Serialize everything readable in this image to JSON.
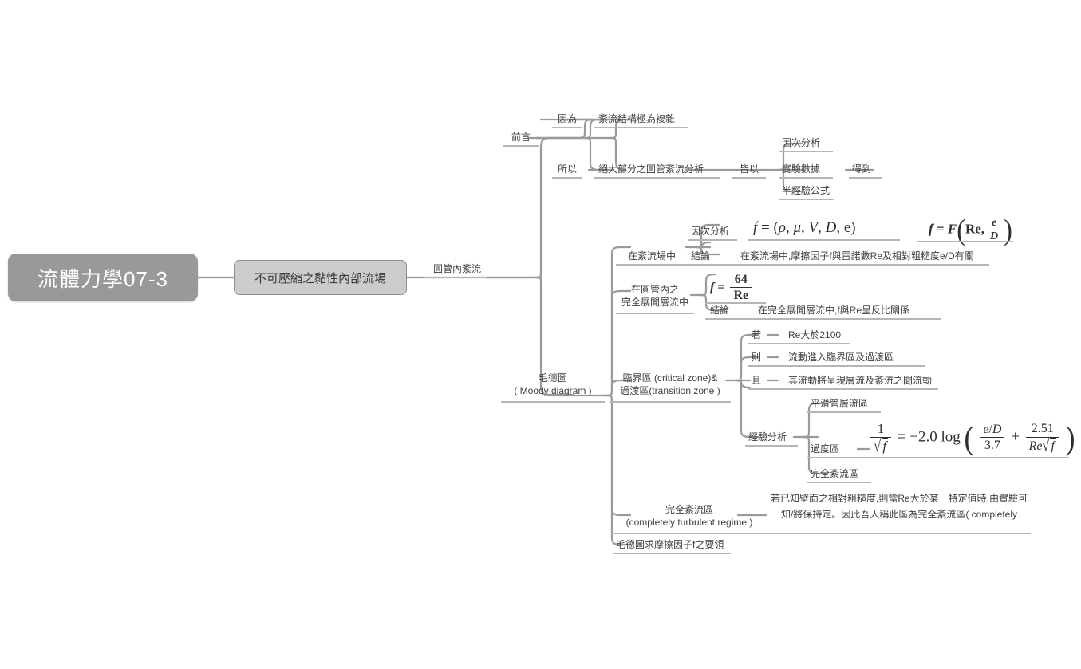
{
  "document": {
    "type": "mind-map",
    "title": "流體力學07-3"
  },
  "root": {
    "label": "流體力學07-3"
  },
  "level2": {
    "label": "不可壓縮之黏性內部流場"
  },
  "level3": {
    "label": "圓管內紊流"
  },
  "branches": {
    "preface": {
      "label": "前言",
      "children": [
        {
          "connector": "因為",
          "text": "紊流結構極為複雜"
        },
        {
          "connector": "所以",
          "text": "絕大部分之圓管紊流分析"
        }
      ],
      "sub": {
        "connector": "皆以",
        "items": [
          "因次分析",
          "實驗數據",
          "半經驗公式"
        ],
        "result": "得到"
      }
    },
    "moody": {
      "label_line1": "毛德圖",
      "label_line2": "( Moody diagram )",
      "groups": [
        {
          "label": "在紊流場中",
          "rows": [
            {
              "connector": "因次分析",
              "text": ""
            },
            {
              "connector": "結論",
              "text": "在紊流場中,摩擦因子f與雷諾數Re及相對粗糙度e/D有關"
            }
          ],
          "formula_1": "f = (ρ, μ, V, D, e)",
          "formula_2": "f = F(Re, e/D)"
        },
        {
          "label_line1": "在圓管內之",
          "label_line2": "完全展開層流中",
          "rows": [
            {
              "connector": "結論",
              "text": "在完全展開層流中,f與Re呈反比關係"
            }
          ],
          "formula_1": "f = 64/Re"
        },
        {
          "label_line1": "臨界區 (critical zone)&",
          "label_line2": "過渡區(transition zone )",
          "rows": [
            {
              "connector": "若",
              "text": "Re大於2100"
            },
            {
              "connector": "則",
              "text": "流動進入臨界區及過渡區"
            },
            {
              "connector": "且",
              "text": "其流動將呈現層流及紊流之間流動"
            }
          ],
          "empirical": {
            "label": "經驗分析",
            "items": [
              "平滑管層流區",
              "過度區",
              "完全紊流區"
            ],
            "formula": "1/√f = −2.0 log( e/D / 3.7 + 2.51 / (Re√f) )"
          }
        },
        {
          "label_line1": "完全紊流區",
          "label_line2": "(completely turbulent regime )",
          "description": "若已知壁面之相對粗糙度,則當Re大於某一特定值時,由實驗可知/將保持定。因此吾人稱此區為完全紊流區( completely"
        },
        {
          "label": "毛德圖求摩擦因子f之要領"
        }
      ]
    }
  },
  "colors": {
    "root_fill": "#999999",
    "root_text": "#ffffff",
    "level2_fill": "#cccccc",
    "level2_border": "#8e8e8e",
    "line": "#9a9a9a",
    "underline": "#b6b6b6",
    "text": "#3f3f3f"
  }
}
